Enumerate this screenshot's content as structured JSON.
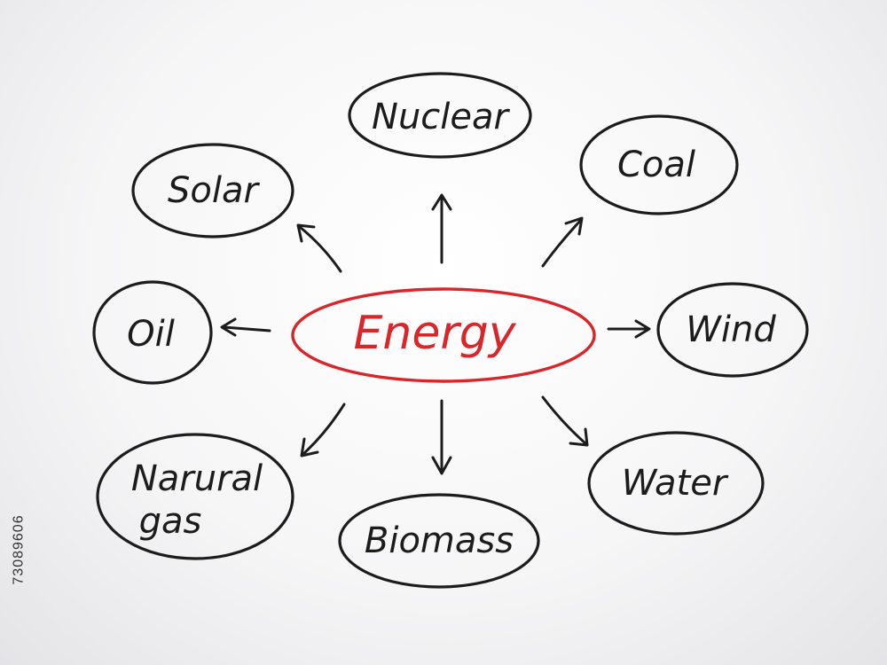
{
  "diagram": {
    "center": "Energy",
    "nodes": {
      "nuclear": "Nuclear",
      "coal": "Coal",
      "solar": "Solar",
      "oil": "Oil",
      "wind": "Wind",
      "natural_gas": [
        "Narural",
        "gas"
      ],
      "biomass": "Biomass",
      "water": "Water"
    }
  },
  "watermark_id": "73089606",
  "colors": {
    "ink": "#1c1c1c",
    "center_accent": "#d8262b",
    "background": "#f2f2f3"
  }
}
